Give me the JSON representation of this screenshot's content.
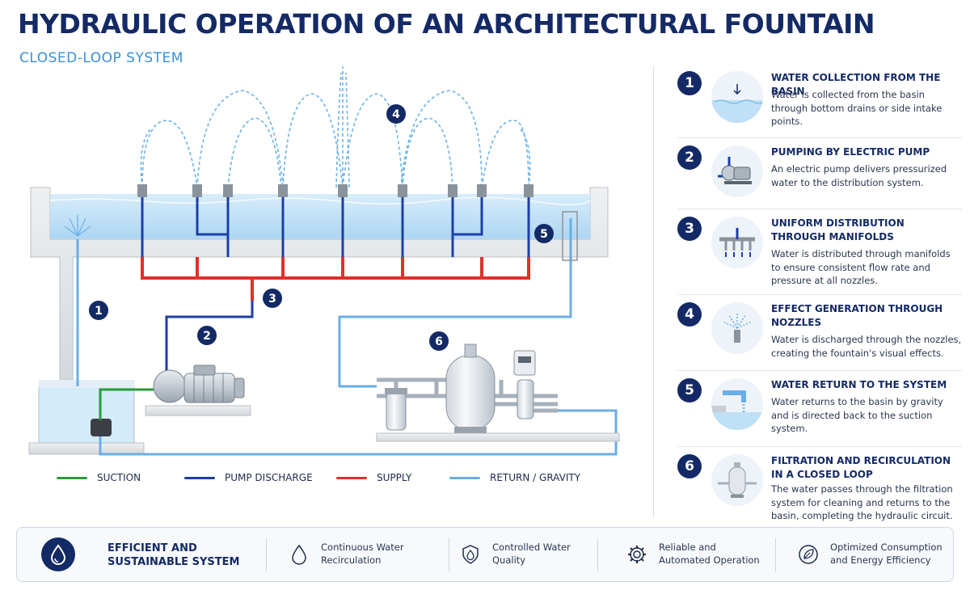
{
  "header": {
    "title": "HYDRAULIC OPERATION OF AN ARCHITECTURAL FOUNTAIN",
    "subtitle": "CLOSED-LOOP SYSTEM"
  },
  "diagram_labels": [
    "1",
    "2",
    "3",
    "4",
    "5",
    "6"
  ],
  "legend": [
    {
      "label": "SUCTION",
      "color": "#2a9a3a"
    },
    {
      "label": "PUMP DISCHARGE",
      "color": "#1c3fa8"
    },
    {
      "label": "SUPPLY",
      "color": "#e0302a"
    },
    {
      "label": "RETURN / GRAVITY",
      "color": "#6aaee6"
    }
  ],
  "steps": [
    {
      "num": "1",
      "title": "WATER COLLECTION FROM THE BASIN",
      "desc": "Water is collected from the basin through bottom drains or side intake points.",
      "icon": "basin-intake-icon"
    },
    {
      "num": "2",
      "title": "PUMPING BY ELECTRIC PUMP",
      "desc": "An electric pump delivers pressurized water to the distribution system.",
      "icon": "pump-icon"
    },
    {
      "num": "3",
      "title": "UNIFORM DISTRIBUTION THROUGH MANIFOLDS",
      "desc": "Water is distributed through manifolds to ensure consistent flow rate and pressure at all nozzles.",
      "icon": "manifold-icon"
    },
    {
      "num": "4",
      "title": "EFFECT GENERATION THROUGH NOZZLES",
      "desc": "Water is discharged through the nozzles, creating the fountain's visual effects.",
      "icon": "nozzle-icon"
    },
    {
      "num": "5",
      "title": "WATER RETURN TO THE SYSTEM",
      "desc": "Water returns to the basin by gravity and is directed back to the suction system.",
      "icon": "return-pipe-icon"
    },
    {
      "num": "6",
      "title": "FILTRATION AND RECIRCULATION IN A CLOSED LOOP",
      "desc": "The water passes through the filtration system for cleaning and returns to the basin, completing the hydraulic circuit.",
      "icon": "filter-tank-icon"
    }
  ],
  "footer": {
    "main": "EFFICIENT AND SUSTAINABLE SYSTEM",
    "features": [
      {
        "label": "Continuous Water Recirculation",
        "icon": "water-drop-icon"
      },
      {
        "label": "Controlled Water Quality",
        "icon": "shield-drop-icon"
      },
      {
        "label": "Reliable and Automated Operation",
        "icon": "gear-icon"
      },
      {
        "label": "Optimized Consumption and Energy Efficiency",
        "icon": "leaf-icon"
      }
    ]
  },
  "colors": {
    "navy": "#142a66",
    "accent": "#3a8fd6",
    "suction": "#2a9a3a",
    "discharge": "#1c3fa8",
    "supply": "#e0302a",
    "return": "#6aaee6",
    "water": "#cfe6f7"
  }
}
